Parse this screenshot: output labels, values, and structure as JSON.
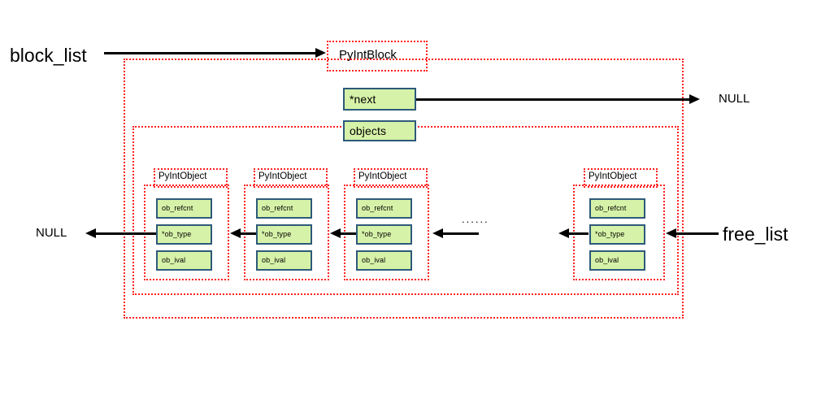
{
  "diagram": {
    "title_text_block": "PyIntBlock",
    "labels": {
      "block_list": "block_list",
      "next_null": "NULL",
      "left_null": "NULL",
      "free_list": "free_list",
      "ellipsis": "......"
    },
    "block": {
      "name": "PyIntBlock",
      "fields": [
        {
          "name": "*next"
        },
        {
          "name": "objects"
        }
      ]
    },
    "objects": [
      {
        "name": "PyIntObject",
        "fields": [
          {
            "name": "ob_refcnt"
          },
          {
            "name": "*ob_type"
          },
          {
            "name": "ob_ival"
          }
        ]
      },
      {
        "name": "PyIntObject",
        "fields": [
          {
            "name": "ob_refcnt"
          },
          {
            "name": "*ob_type"
          },
          {
            "name": "ob_ival"
          }
        ]
      },
      {
        "name": "PyIntObject",
        "fields": [
          {
            "name": "ob_refcnt"
          },
          {
            "name": "*ob_type"
          },
          {
            "name": "ob_ival"
          }
        ]
      },
      {
        "name": "PyIntObject",
        "fields": [
          {
            "name": "ob_refcnt"
          },
          {
            "name": "*ob_type"
          },
          {
            "name": "ob_ival"
          }
        ]
      }
    ],
    "colors": {
      "field_fill": "#d6f2a8",
      "field_border": "#2d5a7a",
      "container_border": "#ff2020",
      "arrow": "#000000",
      "background": "#ffffff"
    }
  }
}
